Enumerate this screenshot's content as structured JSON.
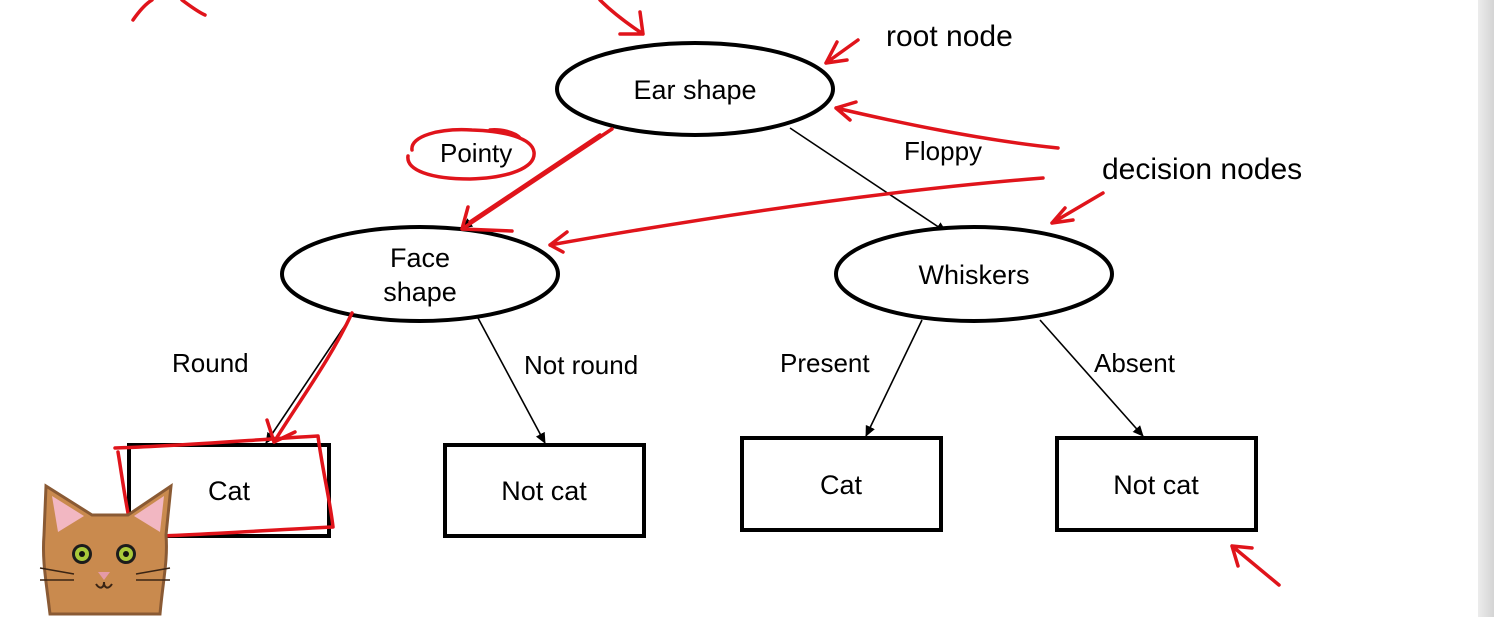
{
  "diagram": {
    "nodes": {
      "ear_shape": "Ear shape",
      "face_shape_line1": "Face",
      "face_shape_line2": "shape",
      "whiskers": "Whiskers",
      "leaf_1": "Cat",
      "leaf_2": "Not cat",
      "leaf_3": "Cat",
      "leaf_4": "Not cat"
    },
    "edges": {
      "pointy": "Pointy",
      "floppy": "Floppy",
      "round": "Round",
      "not_round": "Not round",
      "present": "Present",
      "absent": "Absent"
    },
    "annotations": {
      "root_node": "root node",
      "decision_nodes": "decision nodes"
    }
  },
  "colors": {
    "ink": "#000000",
    "annotation_red": "#e0141b",
    "cat_fur": "#c98a4e",
    "cat_ear_inner": "#f2b7c2",
    "cat_eye": "#a9c93a",
    "background": "#ffffff"
  },
  "icons": {
    "mascot": "cat-face-icon"
  }
}
